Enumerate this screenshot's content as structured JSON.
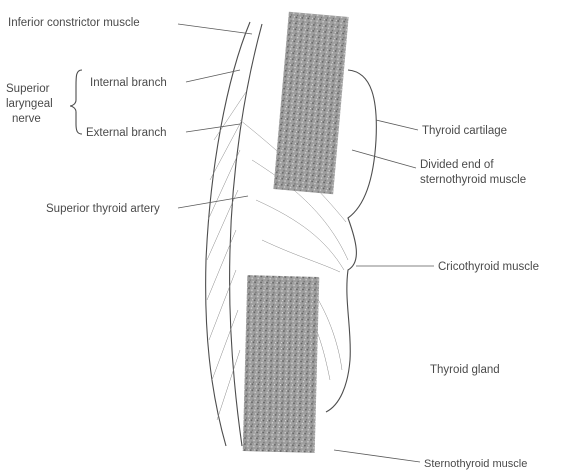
{
  "labels": {
    "inferior_constrictor": "Inferior constrictor muscle",
    "superior_laryngeal_1": "Superior",
    "superior_laryngeal_2": "laryngeal",
    "superior_laryngeal_3": "nerve",
    "internal_branch": "Internal branch",
    "external_branch": "External branch",
    "superior_thyroid_artery": "Superior thyroid artery",
    "thyroid_cartilage": "Thyroid cartilage",
    "divided_end_1": "Divided end of",
    "divided_end_2": "sternothyroid muscle",
    "cricothyroid_muscle": "Cricothyroid muscle",
    "thyroid_gland": "Thyroid gland",
    "sternothyroid_muscle": "Sternothyroid muscle"
  },
  "colors": {
    "ink": "#4d4d4d",
    "stipple_dark": "#6e6e6e",
    "stipple_light": "#bdbdbd",
    "background": "#ffffff"
  }
}
